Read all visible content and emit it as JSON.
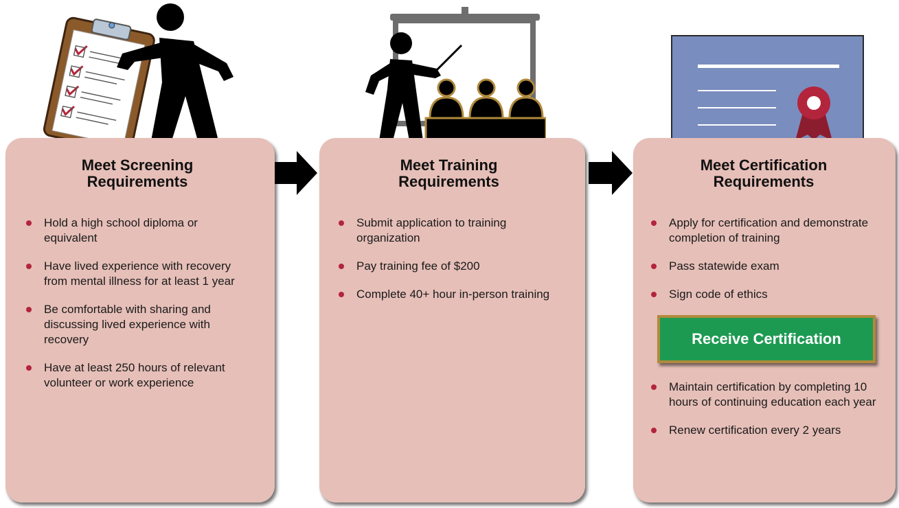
{
  "steps": [
    {
      "title_line1": "Meet Screening",
      "title_line2": "Requirements",
      "bullets": [
        "Hold a high school diploma or equivalent",
        "Have lived experience with recovery from mental illness for at least 1 year",
        "Be comfortable with sharing and discussing lived experience with recovery",
        "Have at least 250 hours of relevant volunteer or work experience"
      ],
      "icon": "clipboard-checklist-person-icon"
    },
    {
      "title_line1": "Meet Training",
      "title_line2": "Requirements",
      "bullets": [
        "Submit application to training organization",
        "Pay training fee of $200",
        "Complete 40+ hour in-person training"
      ],
      "icon": "presenter-classroom-icon"
    },
    {
      "title_line1": "Meet Certification",
      "title_line2": "Requirements",
      "bullets_before": [
        "Apply for certification and demonstrate completion of training",
        "Pass statewide exam",
        "Sign code of ethics"
      ],
      "action_label": "Receive Certification",
      "bullets_after": [
        "Maintain certification by completing 10 hours of continuing education each year",
        "Renew certification every 2 years"
      ],
      "icon": "certificate-ribbon-icon"
    }
  ],
  "colors": {
    "panel": "#e6bfb8",
    "bullet": "#b3253c",
    "action_bg": "#1d9a52",
    "action_border": "#b08a3c",
    "certificate": "#7a8dbf",
    "clipboard": "#8b5a2b",
    "seal": "#b3253c"
  }
}
